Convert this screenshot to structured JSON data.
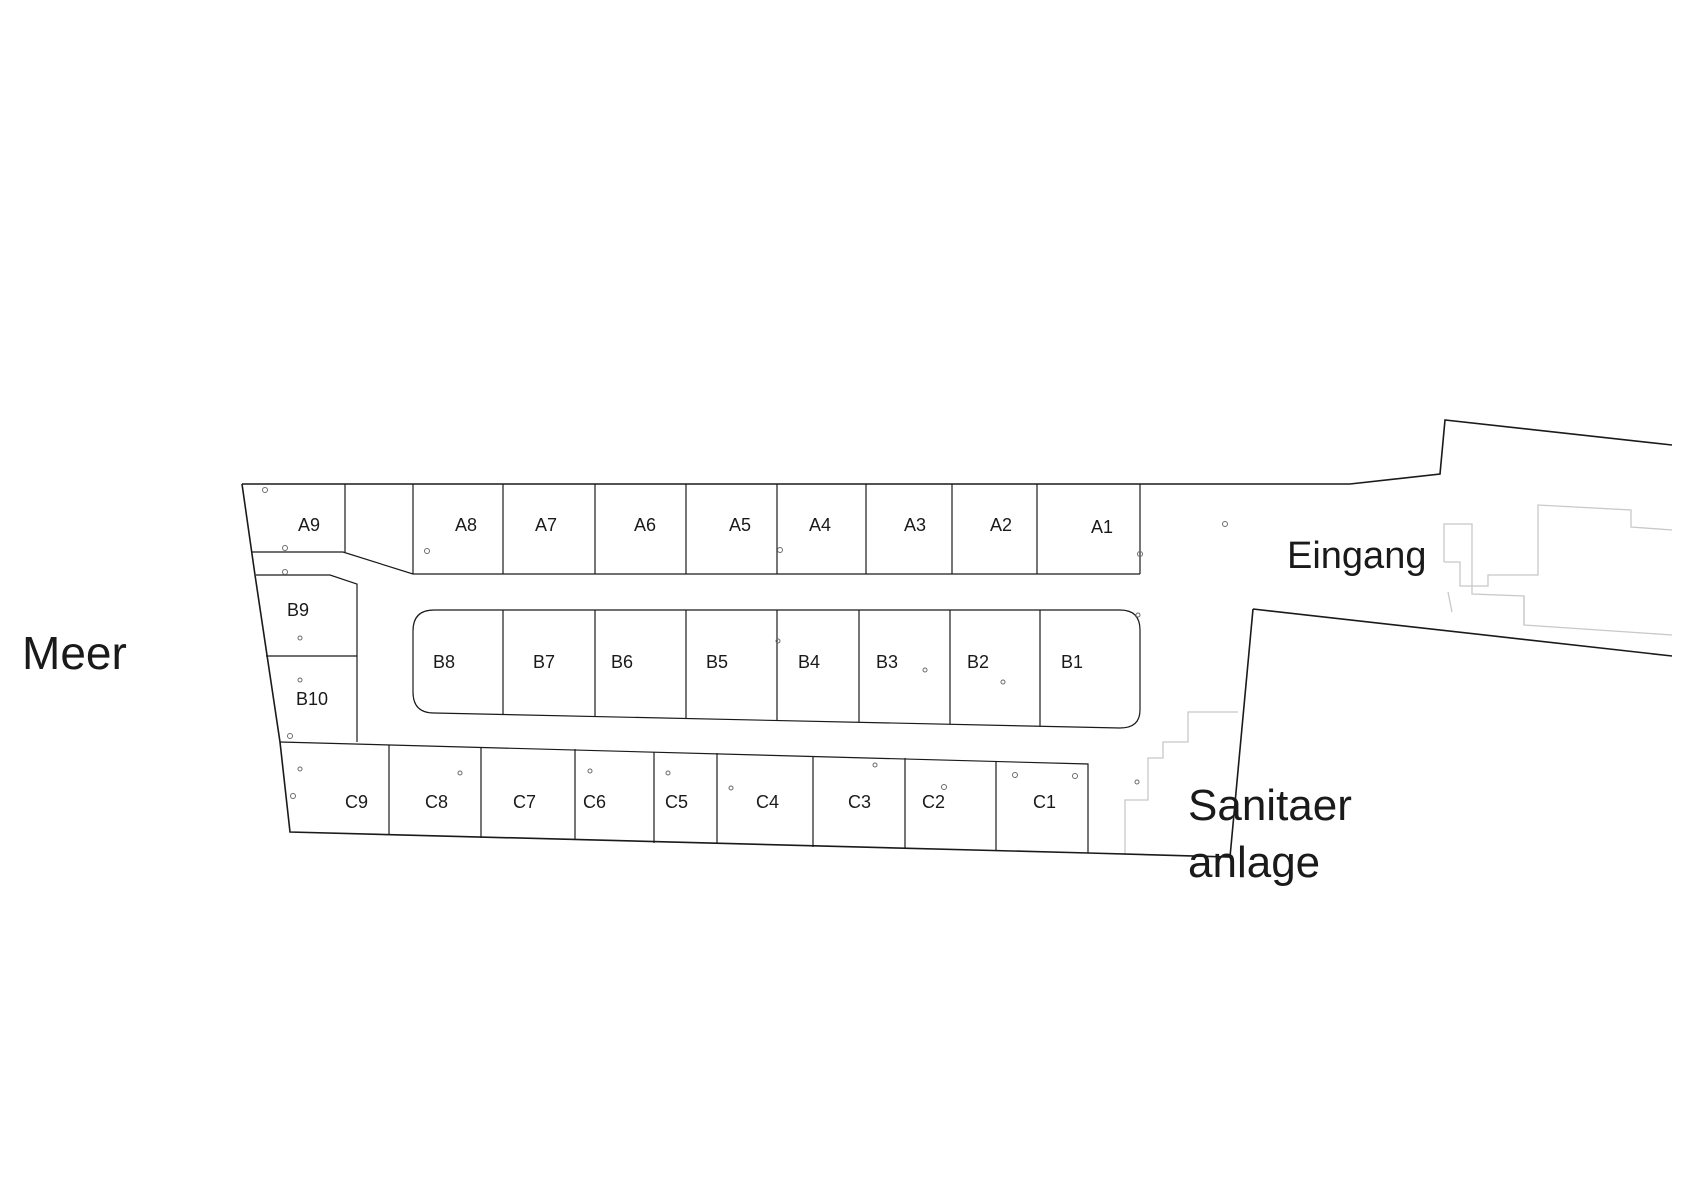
{
  "areas": {
    "lake": "Meer",
    "entrance": "Eingang",
    "sanitary_line1": "Sanitaer",
    "sanitary_line2": "anlage"
  },
  "rows": {
    "a": [
      "A9",
      "A8",
      "A7",
      "A6",
      "A5",
      "A4",
      "A3",
      "A2",
      "A1"
    ],
    "b": [
      "B9",
      "B10",
      "B8",
      "B7",
      "B6",
      "B5",
      "B4",
      "B3",
      "B2",
      "B1"
    ],
    "c": [
      "C9",
      "C8",
      "C7",
      "C6",
      "C5",
      "C4",
      "C3",
      "C2",
      "C1"
    ]
  }
}
